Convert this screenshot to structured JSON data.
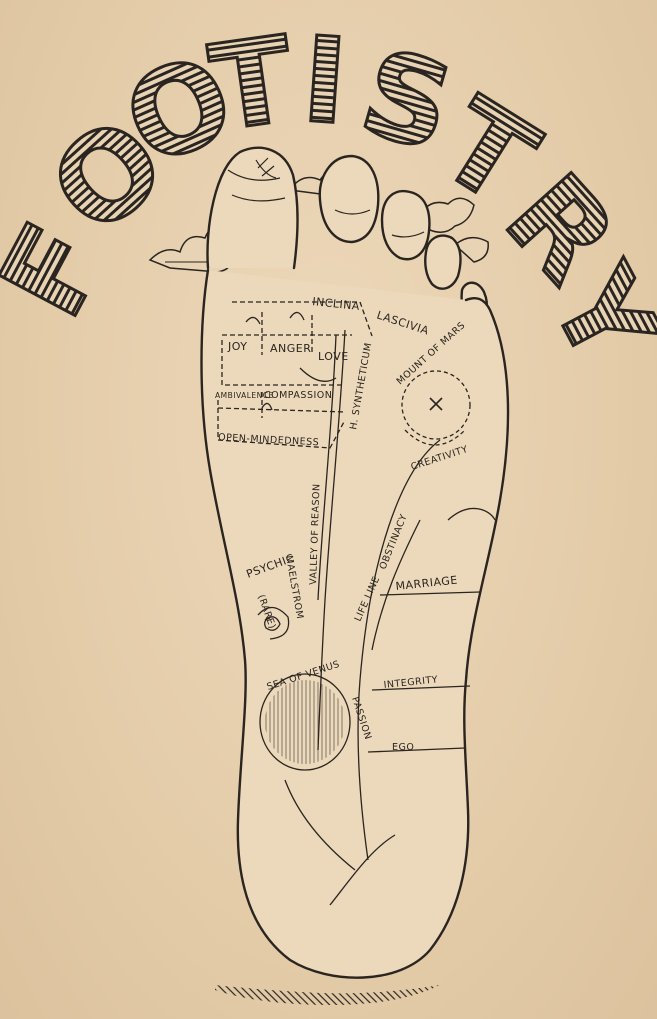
{
  "title_letters": [
    "F",
    "O",
    "O",
    "T",
    "I",
    "S",
    "T",
    "R",
    "Y"
  ],
  "labels": {
    "inclina": "INCLINA",
    "lascivia": "LASCIVIA",
    "joy": "JOY",
    "anger": "ANGER",
    "love": "LOVE",
    "h_synthetticum": "H. SYNTHETICUM",
    "mount_of_mars": "MOUNT OF MARS",
    "ambivalence": "AMBIVALENCE",
    "compassion": "COMPASSION",
    "open_mindedness": "OPEN-MINDEDNESS",
    "creativity": "CREATIVITY",
    "valley_of_reason": "VALLEY OF REASON",
    "obstinacy": "OBSTINACY",
    "psychic": "PSYCHIC",
    "maelstrom": "MAELSTROM",
    "rare": "(RARE)",
    "life_line": "LIFE LINE",
    "marriage": "MARRIAGE",
    "sea_of_venus": "SEA OF VENUS",
    "passion": "PASSION",
    "integrity": "INTEGRITY",
    "ego": "EGO"
  },
  "colors": {
    "paper": "#e6d0b0",
    "ink": "#2a2520"
  }
}
